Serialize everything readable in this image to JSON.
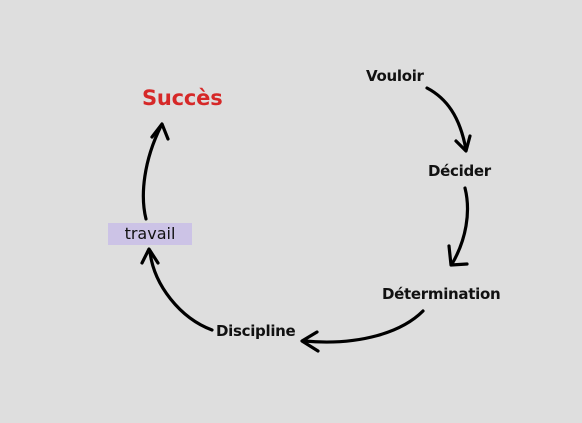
{
  "diagram": {
    "nodes": [
      {
        "id": "succes",
        "label": "Succès",
        "color": "#d62828"
      },
      {
        "id": "vouloir",
        "label": "Vouloir",
        "color": "#111111"
      },
      {
        "id": "decider",
        "label": "Décider",
        "color": "#111111"
      },
      {
        "id": "determination",
        "label": "Détermination",
        "color": "#111111"
      },
      {
        "id": "discipline",
        "label": "Discipline",
        "color": "#111111"
      },
      {
        "id": "travail",
        "label": "travail",
        "color": "#111111",
        "background": "#ccc3e6"
      }
    ],
    "edges": [
      {
        "from": "vouloir",
        "to": "decider"
      },
      {
        "from": "decider",
        "to": "determination"
      },
      {
        "from": "determination",
        "to": "discipline"
      },
      {
        "from": "discipline",
        "to": "travail"
      },
      {
        "from": "travail",
        "to": "succes"
      }
    ],
    "arrow_color": "#000000",
    "background": "#dedede"
  }
}
